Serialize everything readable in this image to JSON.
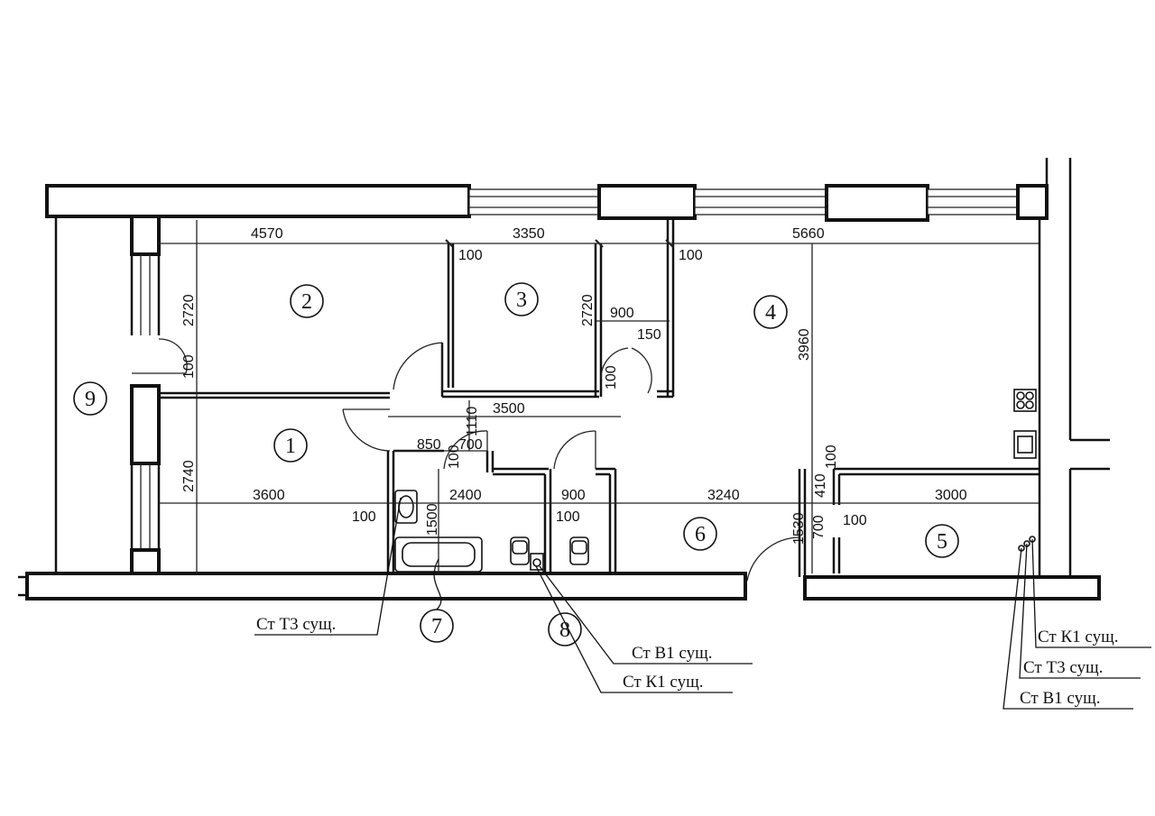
{
  "dimensions": {
    "d4570": "4570",
    "d3350": "3350",
    "d5660": "5660",
    "d100_a": "100",
    "d100_b": "100",
    "d2720_a": "2720",
    "d2720_b": "2720",
    "d900_a": "900",
    "d150": "150",
    "d100_c": "100",
    "d100_d": "100",
    "d3960": "3960",
    "d3500": "3500",
    "d1110": "1110",
    "d850": "850",
    "d700_a": "700",
    "d100_e": "100",
    "d2740": "2740",
    "d3600": "3600",
    "d2400": "2400",
    "d900_b": "900",
    "d3240": "3240",
    "d3000": "3000",
    "d100_f": "100",
    "d100_g": "100",
    "d1500": "1500",
    "d100_h": "100",
    "d410": "410",
    "d1530": "1530",
    "d700_b": "700",
    "d100_i": "100"
  },
  "rooms": {
    "r1": "1",
    "r2": "2",
    "r3": "3",
    "r4": "4",
    "r5": "5",
    "r6": "6",
    "r7": "7",
    "r8": "8",
    "r9": "9"
  },
  "labels": {
    "t3_left": "Ст Т3 сущ.",
    "b1_mid": "Ст В1 сущ.",
    "k1_mid": "Ст К1 сущ.",
    "k1_right": "Ст К1 сущ.",
    "t3_right": "Ст Т3 сущ.",
    "b1_right": "Ст В1 сущ."
  }
}
